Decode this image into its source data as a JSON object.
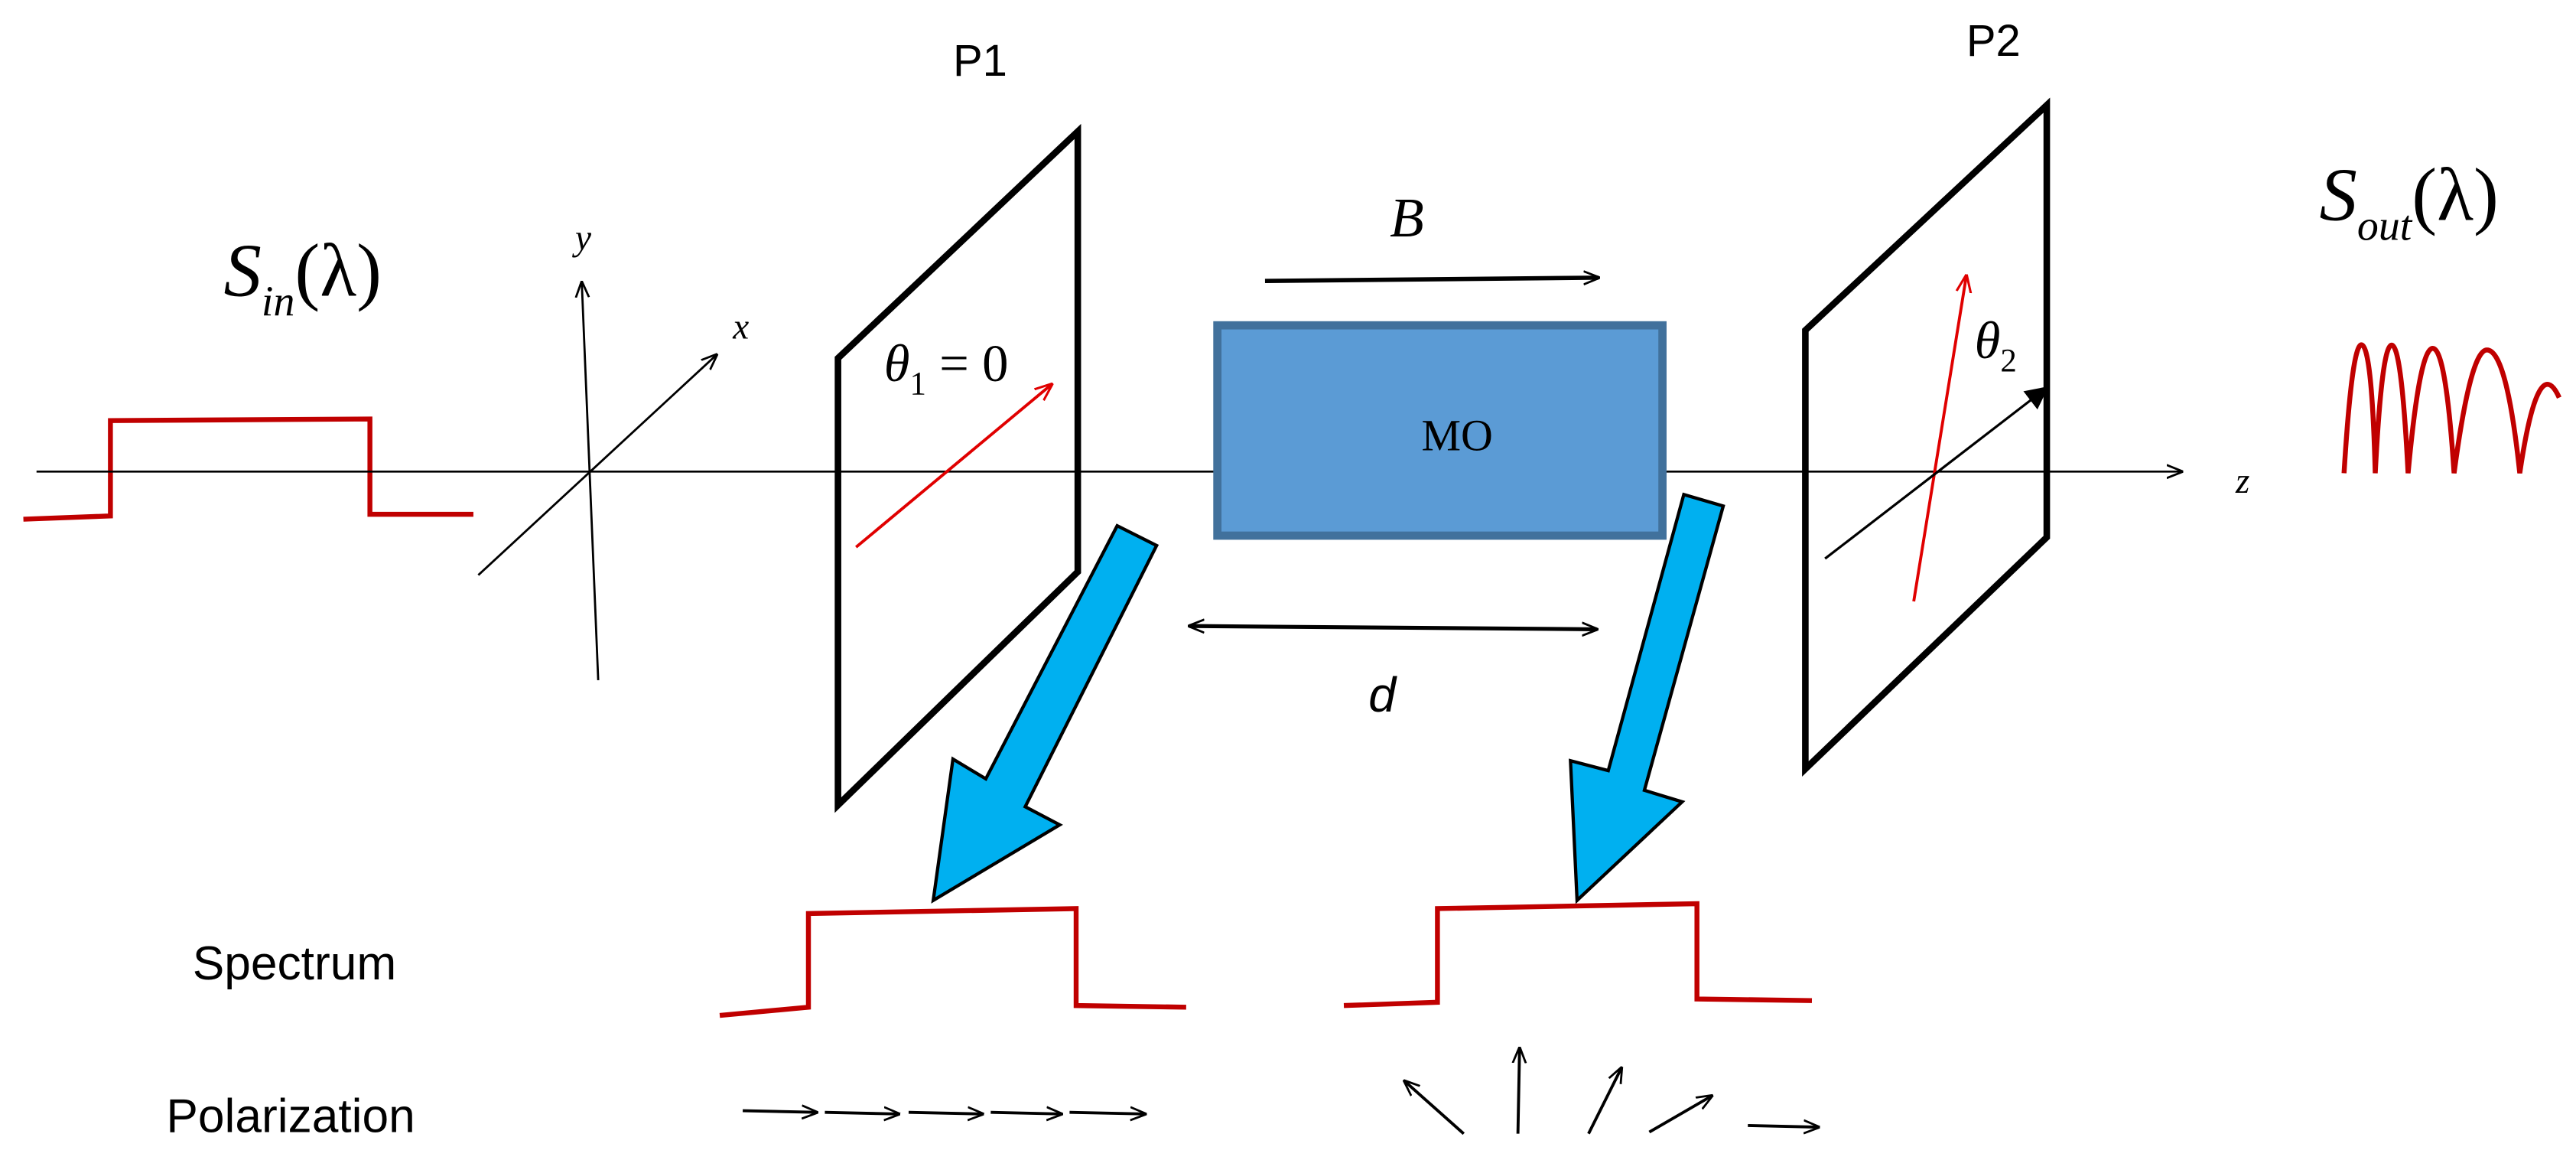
{
  "colors": {
    "spectrum": "#c00000",
    "ink": "#000000",
    "mo_fill": "#5b9bd5",
    "mo_border": "#41719c",
    "pointer_fill": "#00b0f0",
    "pol_arrow": "#e00000"
  },
  "labels": {
    "p1": "P1",
    "p2": "P2",
    "s_in_main": "S",
    "s_in_sub": "in",
    "s_in_arg": "(λ)",
    "s_out_main": "S",
    "s_out_sub": "out",
    "s_out_arg": "(λ)",
    "axis_x": "x",
    "axis_y": "y",
    "axis_z": "z",
    "theta1_main": "θ",
    "theta1_sub": "1",
    "theta1_eq": "= 0",
    "theta2_main": "θ",
    "theta2_sub": "2",
    "field_b": "B",
    "mo": "MO",
    "distance_d": "d",
    "row_spectrum": "Spectrum",
    "row_polarization": "Polarization"
  },
  "icons": {
    "pointer_left": "block-arrow-down-left-icon",
    "pointer_right": "block-arrow-down-left-icon"
  }
}
